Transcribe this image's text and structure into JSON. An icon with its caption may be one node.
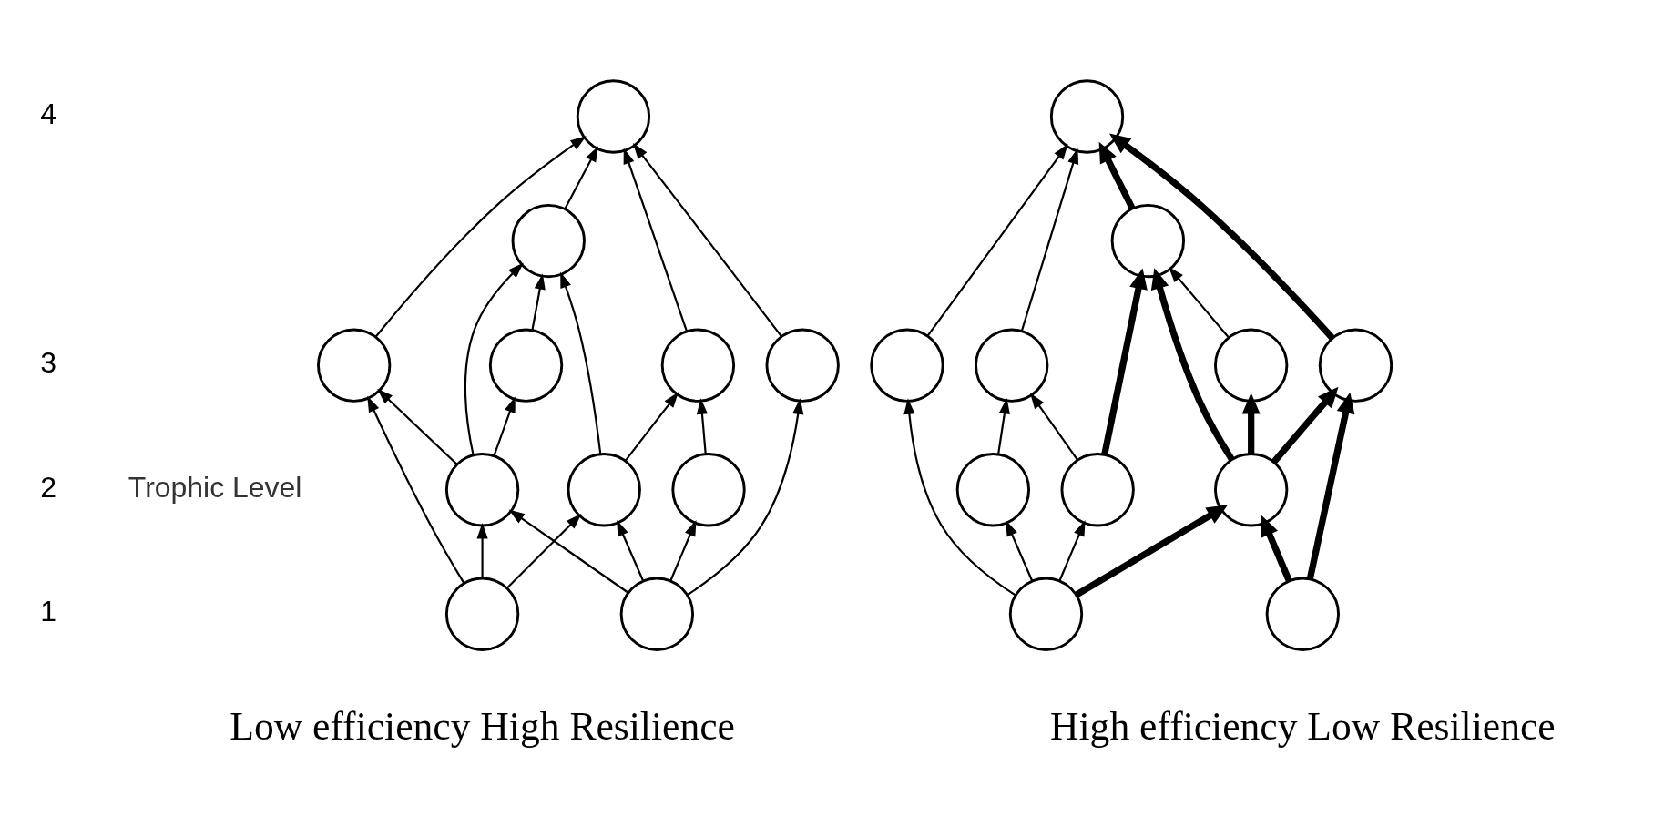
{
  "diagram": {
    "nodes": [
      {
        "text": [],
        "shape": "circle"
      },
      {
        "text": [],
        "shape": "circle"
      },
      {
        "text": [],
        "shape": "circle"
      },
      {
        "text": [],
        "shape": "circle"
      },
      {
        "text": [],
        "shape": "circle"
      },
      {
        "text": [],
        "shape": "circle"
      },
      {
        "text": [],
        "shape": "circle"
      },
      {
        "text": [],
        "shape": "circle"
      },
      {
        "text": [],
        "shape": "circle"
      },
      {
        "text": [],
        "shape": "circle"
      },
      {
        "text": [],
        "shape": "circle"
      },
      {
        "text": [],
        "shape": "circle"
      },
      {
        "text": [],
        "shape": "circle"
      },
      {
        "text": [],
        "shape": "circle"
      },
      {
        "text": [],
        "shape": "circle"
      },
      {
        "text": [],
        "shape": "circle"
      },
      {
        "text": [],
        "shape": "circle"
      },
      {
        "text": [],
        "shape": "circle"
      },
      {
        "text": [],
        "shape": "circle"
      },
      {
        "text": [],
        "shape": "circle"
      },
      {
        "text": [],
        "shape": "circle"
      },
      {
        "text": [],
        "shape": "circle"
      }
    ],
    "edges": [
      {
        "from": 2,
        "to": 1,
        "arrow": "to"
      },
      {
        "from": 1,
        "to": 0,
        "arrow": "to"
      },
      {
        "from": 6,
        "to": 2,
        "arrow": "to"
      },
      {
        "from": 6,
        "to": 1,
        "arrow": "to"
      },
      {
        "from": 6,
        "to": 4,
        "arrow": "to"
      },
      {
        "from": 9,
        "to": 6,
        "arrow": "to"
      },
      {
        "from": 9,
        "to": 4,
        "arrow": "to"
      },
      {
        "from": 9,
        "to": 7,
        "arrow": "to"
      },
      {
        "from": 10,
        "to": 6,
        "arrow": "to"
      },
      {
        "from": 10,
        "to": 7,
        "arrow": "to"
      },
      {
        "from": 10,
        "to": 5,
        "arrow": "to"
      },
      {
        "from": 10,
        "to": 8,
        "arrow": "to"
      },
      {
        "from": 4,
        "to": 0,
        "arrow": "to"
      },
      {
        "from": 7,
        "to": 1,
        "arrow": "to"
      },
      {
        "from": 7,
        "to": 3,
        "arrow": "to"
      },
      {
        "from": 3,
        "to": 0,
        "arrow": "to"
      },
      {
        "from": 8,
        "to": 3,
        "arrow": "to"
      },
      {
        "from": 5,
        "to": 0,
        "arrow": "to"
      },
      {
        "from": 13,
        "to": 12,
        "arrow": "to"
      },
      {
        "from": 12,
        "to": 11,
        "arrow": "to",
        "style": "thick"
      },
      {
        "from": 17,
        "to": 13,
        "arrow": "to",
        "style": "thick"
      },
      {
        "from": 17,
        "to": 12,
        "arrow": "to",
        "style": "thick"
      },
      {
        "from": 17,
        "to": 15,
        "arrow": "to",
        "style": "thick"
      },
      {
        "from": 20,
        "to": 17,
        "arrow": "to",
        "style": "thick"
      },
      {
        "from": 20,
        "to": 15,
        "arrow": "to",
        "style": "thick"
      },
      {
        "from": 21,
        "to": 17,
        "arrow": "to",
        "style": "thick"
      },
      {
        "from": 21,
        "to": 18,
        "arrow": "to"
      },
      {
        "from": 21,
        "to": 16,
        "arrow": "to"
      },
      {
        "from": 21,
        "to": 19,
        "arrow": "to"
      },
      {
        "from": 15,
        "to": 11,
        "arrow": "to",
        "style": "thick"
      },
      {
        "from": 18,
        "to": 12,
        "arrow": "to",
        "style": "thick"
      },
      {
        "from": 18,
        "to": 14,
        "arrow": "to"
      },
      {
        "from": 14,
        "to": 11,
        "arrow": "to"
      },
      {
        "from": 19,
        "to": 14,
        "arrow": "to"
      },
      {
        "from": 16,
        "to": 11,
        "arrow": "to"
      }
    ],
    "labels": [
      "4",
      "3",
      "2",
      "1",
      "Trophic Level",
      "Low efficiency High Resilience",
      "High efficiency Low Resilience"
    ]
  }
}
